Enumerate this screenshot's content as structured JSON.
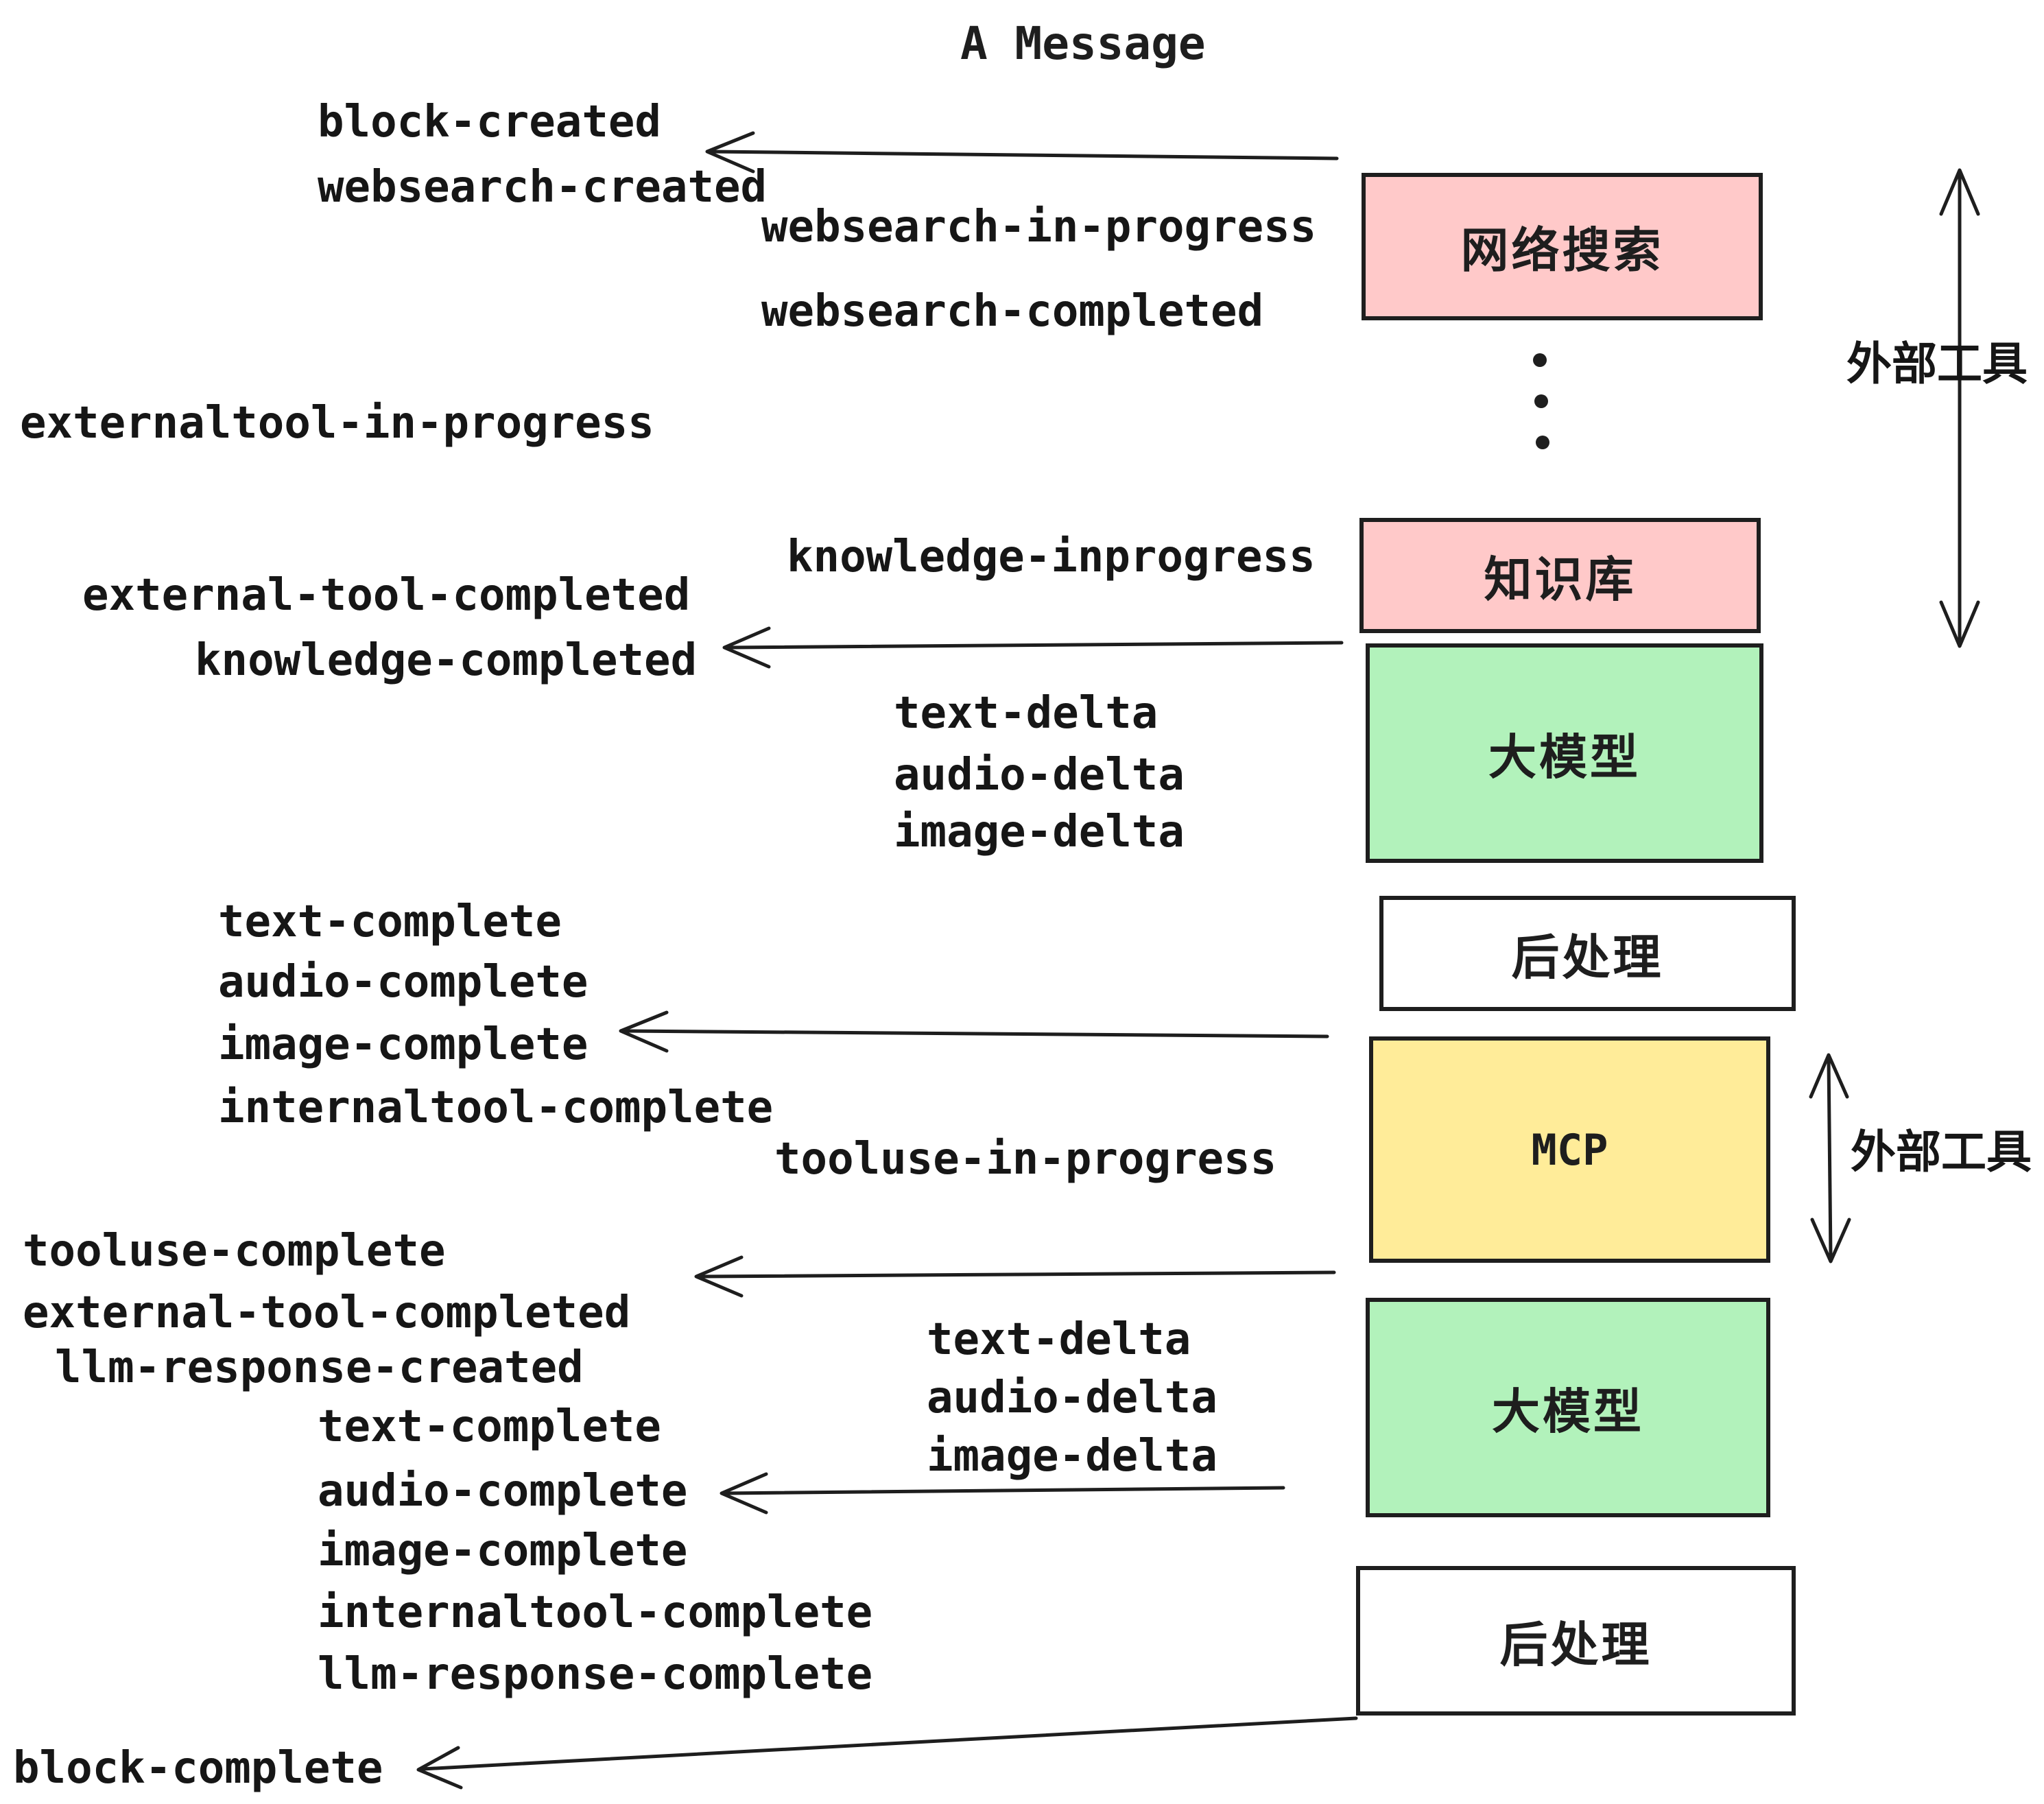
{
  "title": "A Message",
  "colors": {
    "box_pink": "#ffc9c9",
    "box_green": "#b2f2bb",
    "box_yellow": "#ffec99",
    "stroke": "#1e1e1e",
    "background": "#ffffff"
  },
  "nodes": {
    "websearch": "网络搜索",
    "knowledge": "知识库",
    "llm": "大模型",
    "postprocess": "后处理",
    "mcp": "MCP"
  },
  "side_labels": {
    "external_tools": "外部工具"
  },
  "events": {
    "block_created": "block-created",
    "websearch_created": "websearch-created",
    "websearch_in_progress": "websearch-in-progress",
    "websearch_completed": "websearch-completed",
    "externaltool_in_progress": "externaltool-in-progress",
    "knowledge_inprogress": "knowledge-inprogress",
    "external_tool_completed": "external-tool-completed",
    "knowledge_completed": "knowledge-completed",
    "text_delta": "text-delta",
    "audio_delta": "audio-delta",
    "image_delta": "image-delta",
    "text_complete": "text-complete",
    "audio_complete": "audio-complete",
    "image_complete": "image-complete",
    "internaltool_complete": "internaltool-complete",
    "tooluse_in_progress": "tooluse-in-progress",
    "tooluse_complete": "tooluse-complete",
    "llm_response_created": "llm-response-created",
    "llm_response_complete": "llm-response-complete",
    "block_complete": "block-complete"
  }
}
